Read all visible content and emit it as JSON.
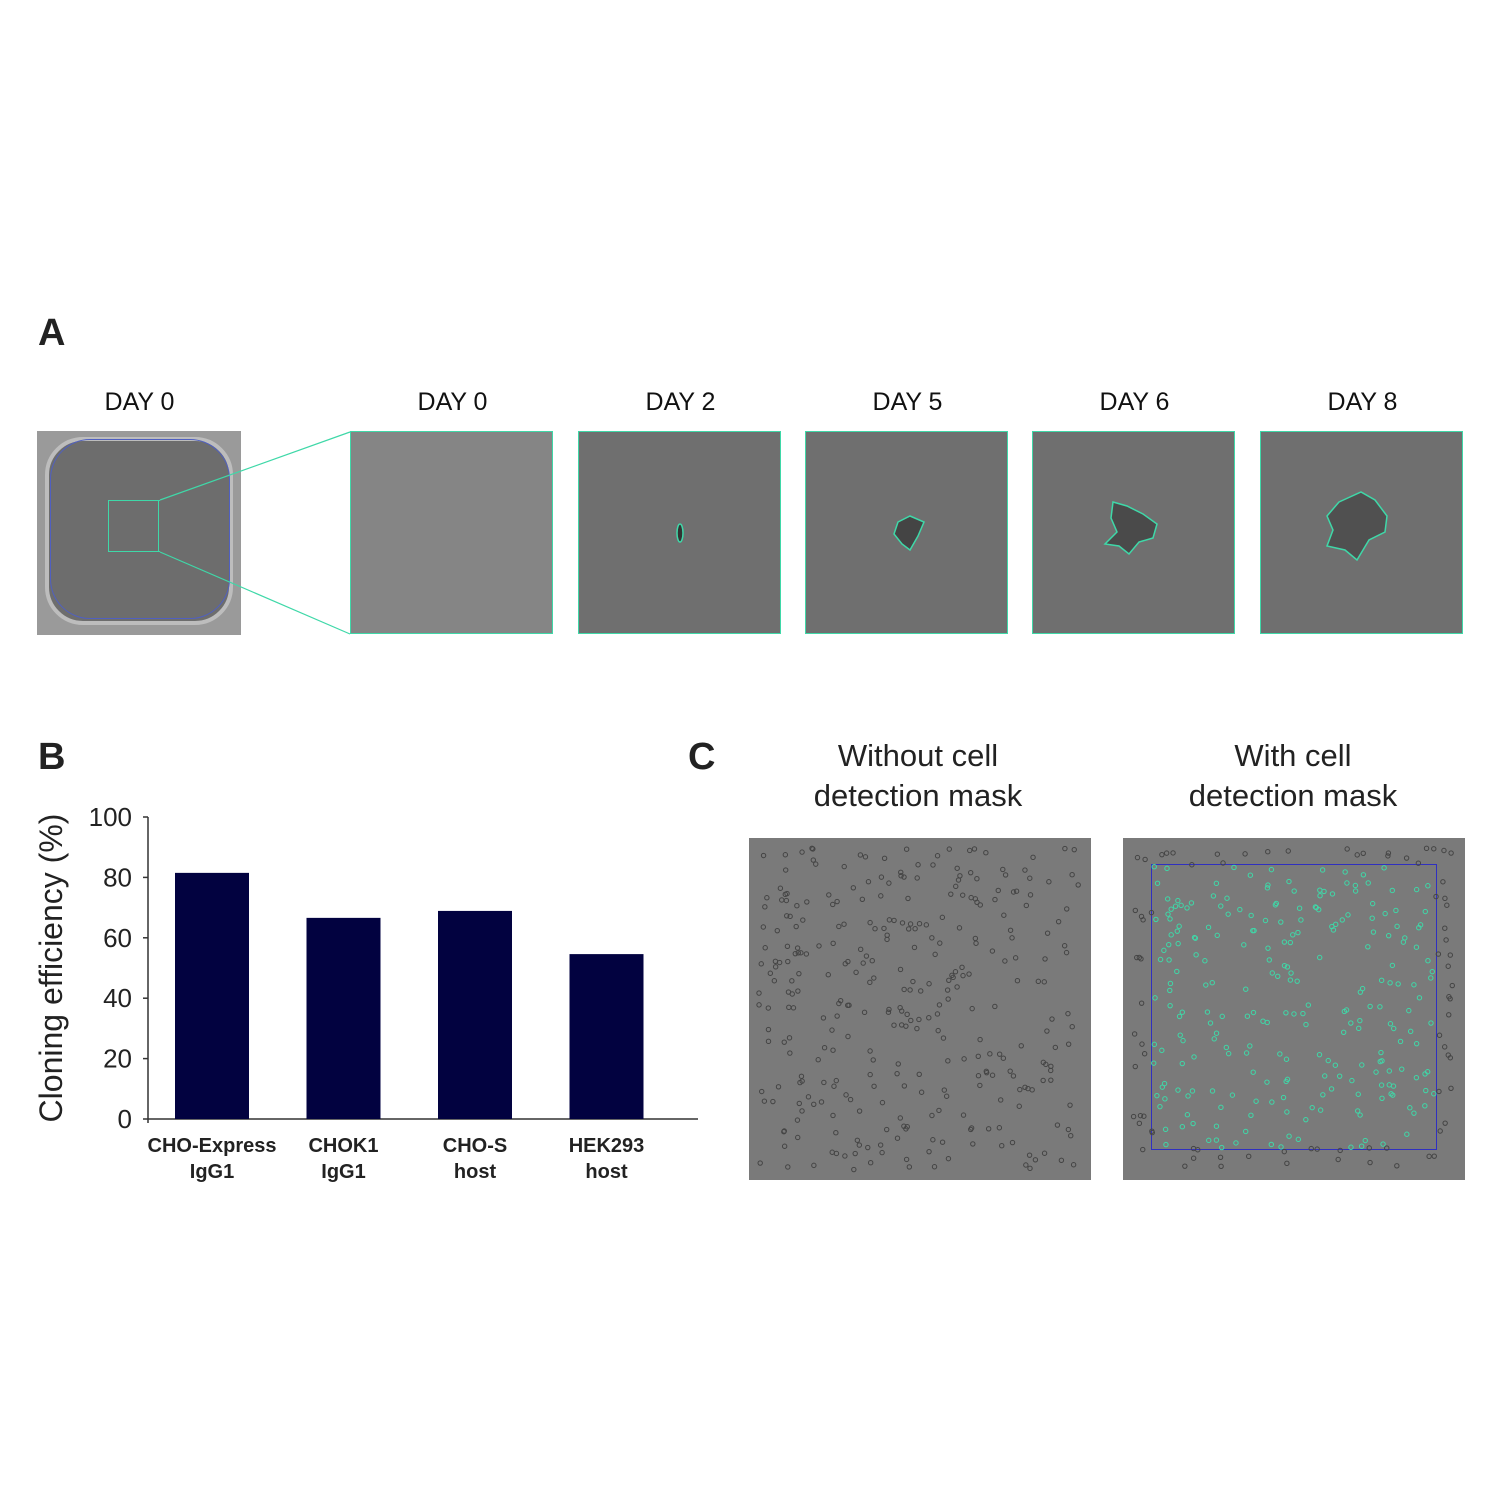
{
  "panel_a": {
    "letter": "A",
    "overview_label": "DAY 0",
    "days": [
      "DAY 0",
      "DAY 2",
      "DAY 5",
      "DAY 6",
      "DAY 8"
    ]
  },
  "panel_b": {
    "letter": "B"
  },
  "panel_c": {
    "letter": "C",
    "titles": [
      "Without cell\ndetection mask",
      "With cell\ndetection mask"
    ]
  },
  "colors": {
    "bar": "#020240",
    "mask": "#3fd8a8",
    "roi": "#3030c0"
  },
  "chart_data": {
    "type": "bar",
    "categories": [
      "CHO-Express\nIgG1",
      "CHOK1\nIgG1",
      "CHO-S\nhost",
      "HEK293\nhost"
    ],
    "values": [
      81.5,
      66.6,
      68.9,
      54.6
    ],
    "title": "",
    "xlabel": "",
    "ylabel": "Cloning efficiency (%)",
    "ylim": [
      0,
      100
    ],
    "yticks": [
      "0",
      "20",
      "40",
      "60",
      "80",
      "100"
    ],
    "grid": false
  }
}
